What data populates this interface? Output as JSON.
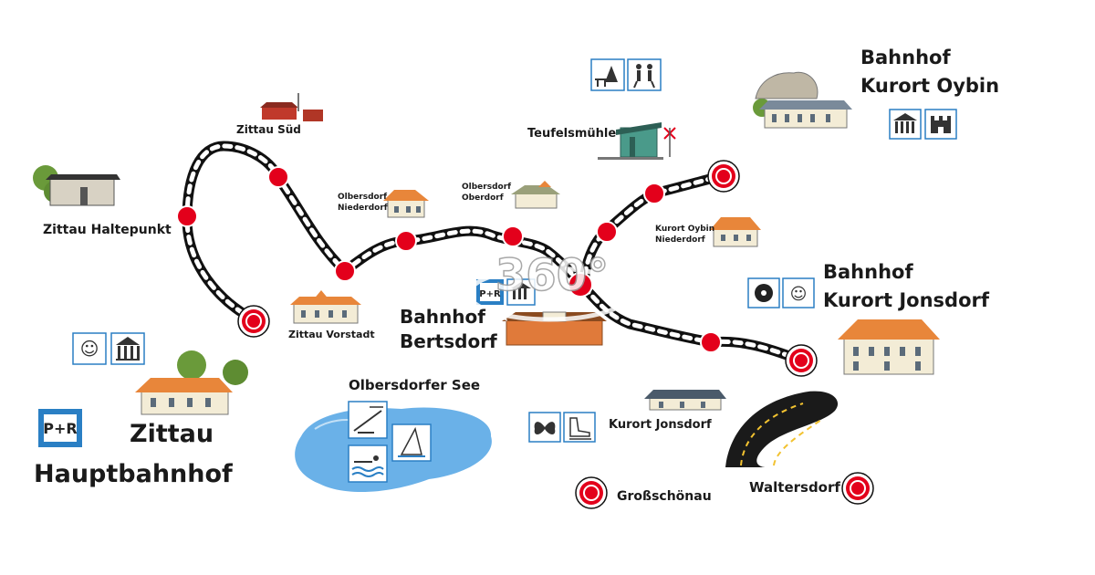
{
  "colors": {
    "track_fill": "#ffffff",
    "track_edge": "#111111",
    "station_red": "#e3001b",
    "lake_blue": "#5aa9e6",
    "roof_orange": "#e8863a",
    "icon_blue": "#2a7fc4",
    "tree_green": "#6a9a3a"
  },
  "stations": {
    "zittau_hbf": "Zittau Hauptbahnhof",
    "zittau_hbf_line1": "Zittau",
    "zittau_hbf_line2": "Hauptbahnhof",
    "zittau_haltepunkt": "Zittau Haltepunkt",
    "zittau_sued": "Zittau Süd",
    "olbersdorf_niederdorf_1": "Olbersdorf",
    "olbersdorf_niederdorf_2": "Niederdorf",
    "olbersdorf_oberdorf_1": "Olbersdorf",
    "olbersdorf_oberdorf_2": "Oberdorf",
    "zittau_vorstadt": "Zittau Vorstadt",
    "teufelsmuehle": "Teufelsmühle",
    "bertsdorf_1": "Bahnhof",
    "bertsdorf_2": "Bertsdorf",
    "oybin_1": "Bahnhof",
    "oybin_2": "Kurort Oybin",
    "oybin_niederdorf_1": "Kurort Oybin",
    "oybin_niederdorf_2": "Niederdorf",
    "jonsdorf_bf_1": "Bahnhof",
    "jonsdorf_bf_2": "Kurort Jonsdorf",
    "kurort_jonsdorf": "Kurort Jonsdorf",
    "grossschoenau": "Großschönau",
    "waltersdorf": "Waltersdorf",
    "olbersdorfer_see": "Olbersdorfer See"
  },
  "overlay": {
    "label": "360°"
  },
  "icons": {
    "park_ride_label": "P+R",
    "park_ride_small_label": "P+R"
  }
}
